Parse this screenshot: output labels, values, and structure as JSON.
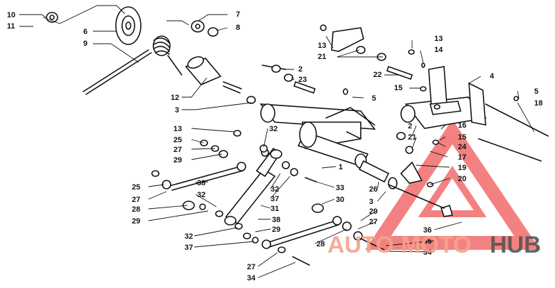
{
  "diagram": {
    "callouts": [
      {
        "id": "c10",
        "text": "10"
      },
      {
        "id": "c11",
        "text": "11"
      },
      {
        "id": "c6",
        "text": "6"
      },
      {
        "id": "c9",
        "text": "9"
      },
      {
        "id": "c7",
        "text": "7"
      },
      {
        "id": "c8",
        "text": "8"
      },
      {
        "id": "c12",
        "text": "12"
      },
      {
        "id": "c3a",
        "text": "3"
      },
      {
        "id": "c13a",
        "text": "13"
      },
      {
        "id": "c21a",
        "text": "21"
      },
      {
        "id": "c2a",
        "text": "2"
      },
      {
        "id": "c23",
        "text": "23"
      },
      {
        "id": "c22",
        "text": "22"
      },
      {
        "id": "c13b",
        "text": "13"
      },
      {
        "id": "c14",
        "text": "14"
      },
      {
        "id": "c15a",
        "text": "15"
      },
      {
        "id": "c5a",
        "text": "5"
      },
      {
        "id": "c4",
        "text": "4"
      },
      {
        "id": "c5b",
        "text": "5"
      },
      {
        "id": "c18",
        "text": "18"
      },
      {
        "id": "c13c",
        "text": "13"
      },
      {
        "id": "c25a",
        "text": "25"
      },
      {
        "id": "c27a",
        "text": "27"
      },
      {
        "id": "c29a",
        "text": "29"
      },
      {
        "id": "c32a",
        "text": "32"
      },
      {
        "id": "c2b",
        "text": "2"
      },
      {
        "id": "c21b",
        "text": "21"
      },
      {
        "id": "c16",
        "text": "16"
      },
      {
        "id": "c15b",
        "text": "15"
      },
      {
        "id": "c24",
        "text": "24"
      },
      {
        "id": "c17",
        "text": "17"
      },
      {
        "id": "c1",
        "text": "1"
      },
      {
        "id": "c19",
        "text": "19"
      },
      {
        "id": "c20",
        "text": "20"
      },
      {
        "id": "c25b",
        "text": "25"
      },
      {
        "id": "c27b",
        "text": "27"
      },
      {
        "id": "c28a",
        "text": "28"
      },
      {
        "id": "c29b",
        "text": "29"
      },
      {
        "id": "c38a",
        "text": "38"
      },
      {
        "id": "c32b",
        "text": "32"
      },
      {
        "id": "c32c",
        "text": "32"
      },
      {
        "id": "c37a",
        "text": "37"
      },
      {
        "id": "c31",
        "text": "31"
      },
      {
        "id": "c33",
        "text": "33"
      },
      {
        "id": "c30",
        "text": "30"
      },
      {
        "id": "c26",
        "text": "26"
      },
      {
        "id": "c3b",
        "text": "3"
      },
      {
        "id": "c29c",
        "text": "29"
      },
      {
        "id": "c27c",
        "text": "27"
      },
      {
        "id": "c38b",
        "text": "38"
      },
      {
        "id": "c29d",
        "text": "29"
      },
      {
        "id": "c32d",
        "text": "32"
      },
      {
        "id": "c37b",
        "text": "37"
      },
      {
        "id": "c28b",
        "text": "28"
      },
      {
        "id": "c36",
        "text": "36"
      },
      {
        "id": "c35",
        "text": "35"
      },
      {
        "id": "c34a",
        "text": "34"
      },
      {
        "id": "c27d",
        "text": "27"
      },
      {
        "id": "c34b",
        "text": "34"
      }
    ]
  },
  "watermark": {
    "text_auto": "AUTO",
    "text_moto": "MOTO",
    "text_hub": "HUB",
    "accent_color": "#f26b6b",
    "text_color": "#f2a48c",
    "hub_color": "#555555"
  }
}
